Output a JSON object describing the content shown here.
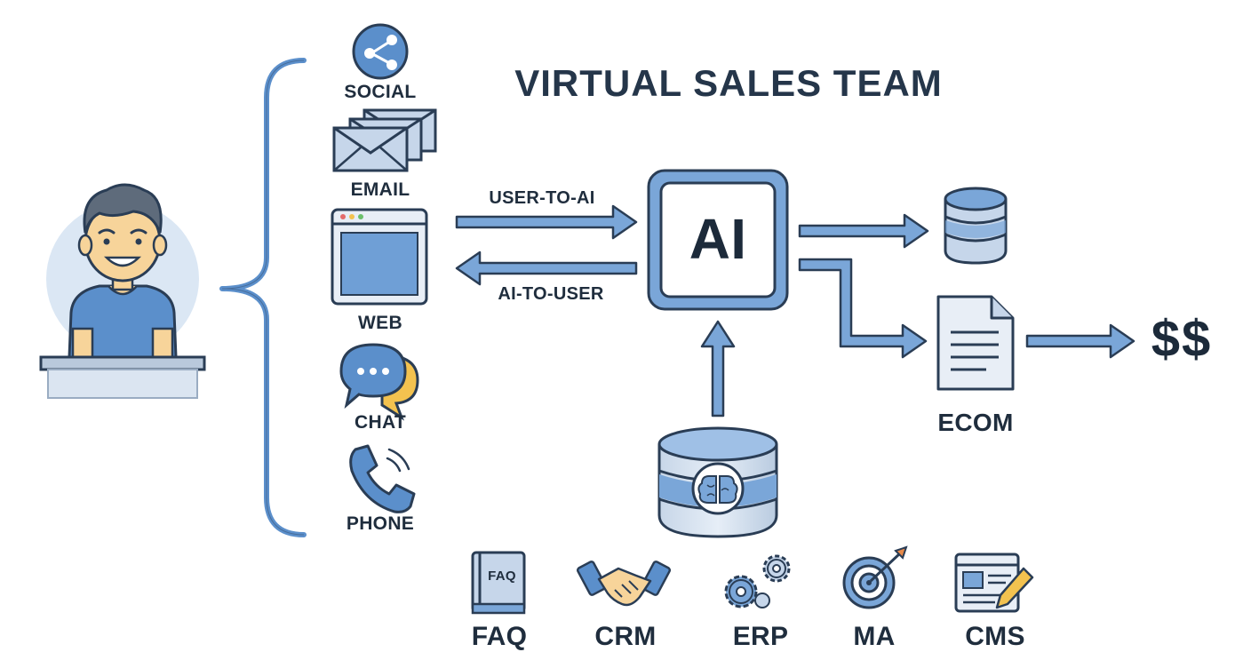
{
  "title": "VIRTUAL SALES TEAM",
  "channels": {
    "social": "SOCIAL",
    "email": "EMAIL",
    "web": "WEB",
    "chat": "CHAT",
    "phone": "PHONE"
  },
  "arrows": {
    "user_to_ai": "USER-TO-AI",
    "ai_to_user": "AI-TO-USER"
  },
  "ai_label": "AI",
  "ecom_label": "ECOM",
  "money_label": "$$",
  "faq_book_text": "FAQ",
  "systems": {
    "faq": "FAQ",
    "crm": "CRM",
    "erp": "ERP",
    "ma": "MA",
    "cms": "CMS"
  },
  "colors": {
    "accent_blue": "#5b8fcb",
    "light_blue": "#9fc0e6",
    "outline": "#2a3d55",
    "person_circle": "#dbe7f4",
    "skin": "#f7d49a",
    "shirt": "#5b8fcb",
    "chat_yellow": "#f3c24f"
  }
}
